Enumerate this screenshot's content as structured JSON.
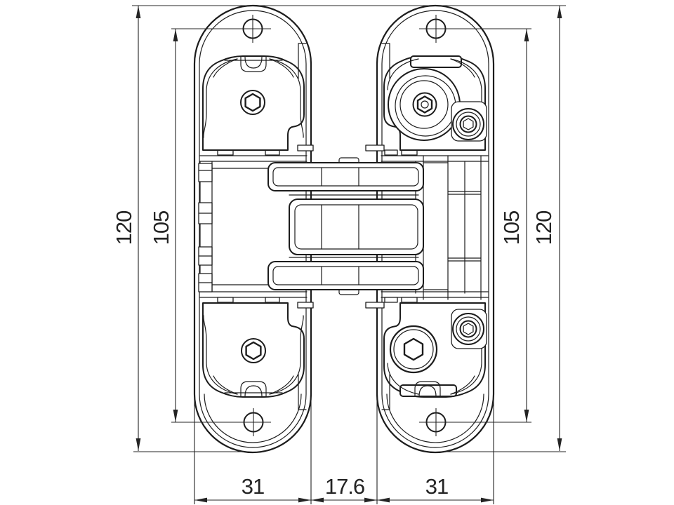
{
  "drawing": {
    "background": "#ffffff",
    "line_color": "#1c1c1c",
    "dim_color": "#242424",
    "labels": {
      "left_overall": "120",
      "left_holes": "105",
      "right_holes": "105",
      "right_overall": "120",
      "bottom_left": "31",
      "bottom_center": "17.6",
      "bottom_right": "31"
    }
  }
}
